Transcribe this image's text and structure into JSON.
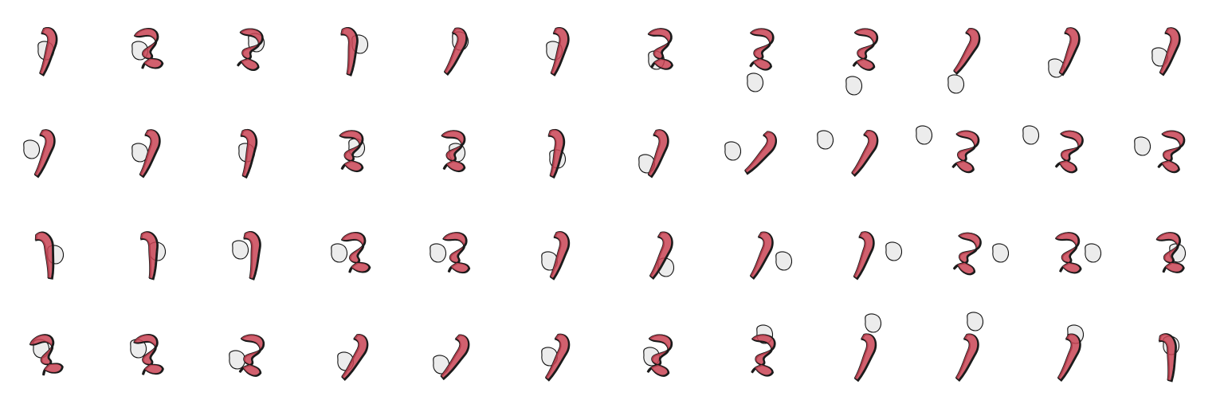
{
  "grid": {
    "rows": 4,
    "columns": 12
  },
  "colors": {
    "background": "#ffffff",
    "ribbon_fill": "#c94455",
    "ribbon_opacity": 0.85,
    "ribbon_outline": "#1a1a1a",
    "blob_fill": "#ececec",
    "blob_outline": "#111111"
  },
  "icons": {
    "ribbon": "red-twisted-ribbon-icon",
    "blob": "white-blob-icon"
  }
}
